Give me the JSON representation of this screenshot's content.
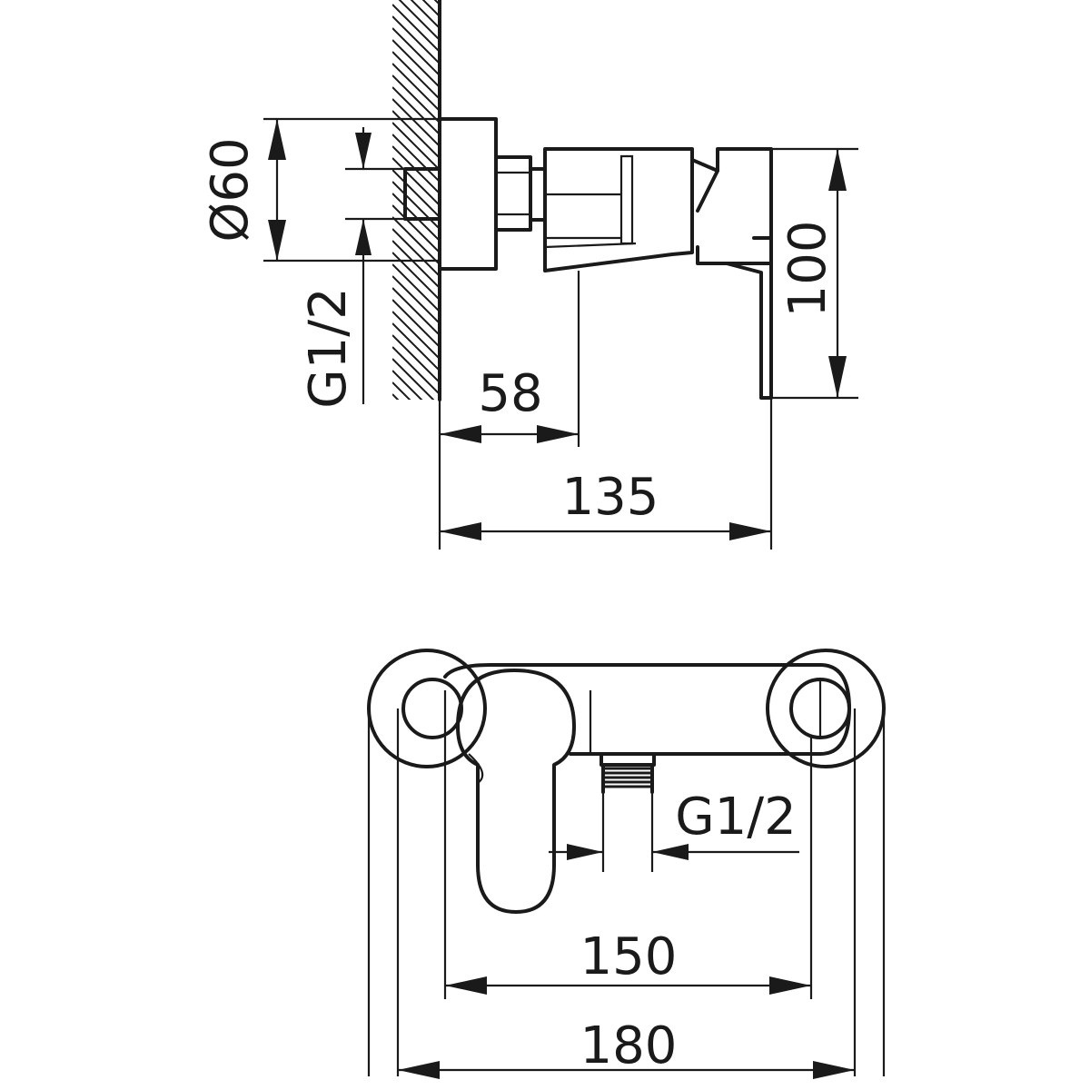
{
  "side_view": {
    "dim_diameter": "Ø60",
    "dim_thread": "G1/2",
    "dim_lever_offset": "58",
    "dim_depth": "135",
    "dim_height": "100"
  },
  "front_view": {
    "dim_outlet_thread": "G1/2",
    "dim_centers": "150",
    "dim_width": "180"
  },
  "colors": {
    "line": "#1a1a1a",
    "background": "#ffffff"
  }
}
